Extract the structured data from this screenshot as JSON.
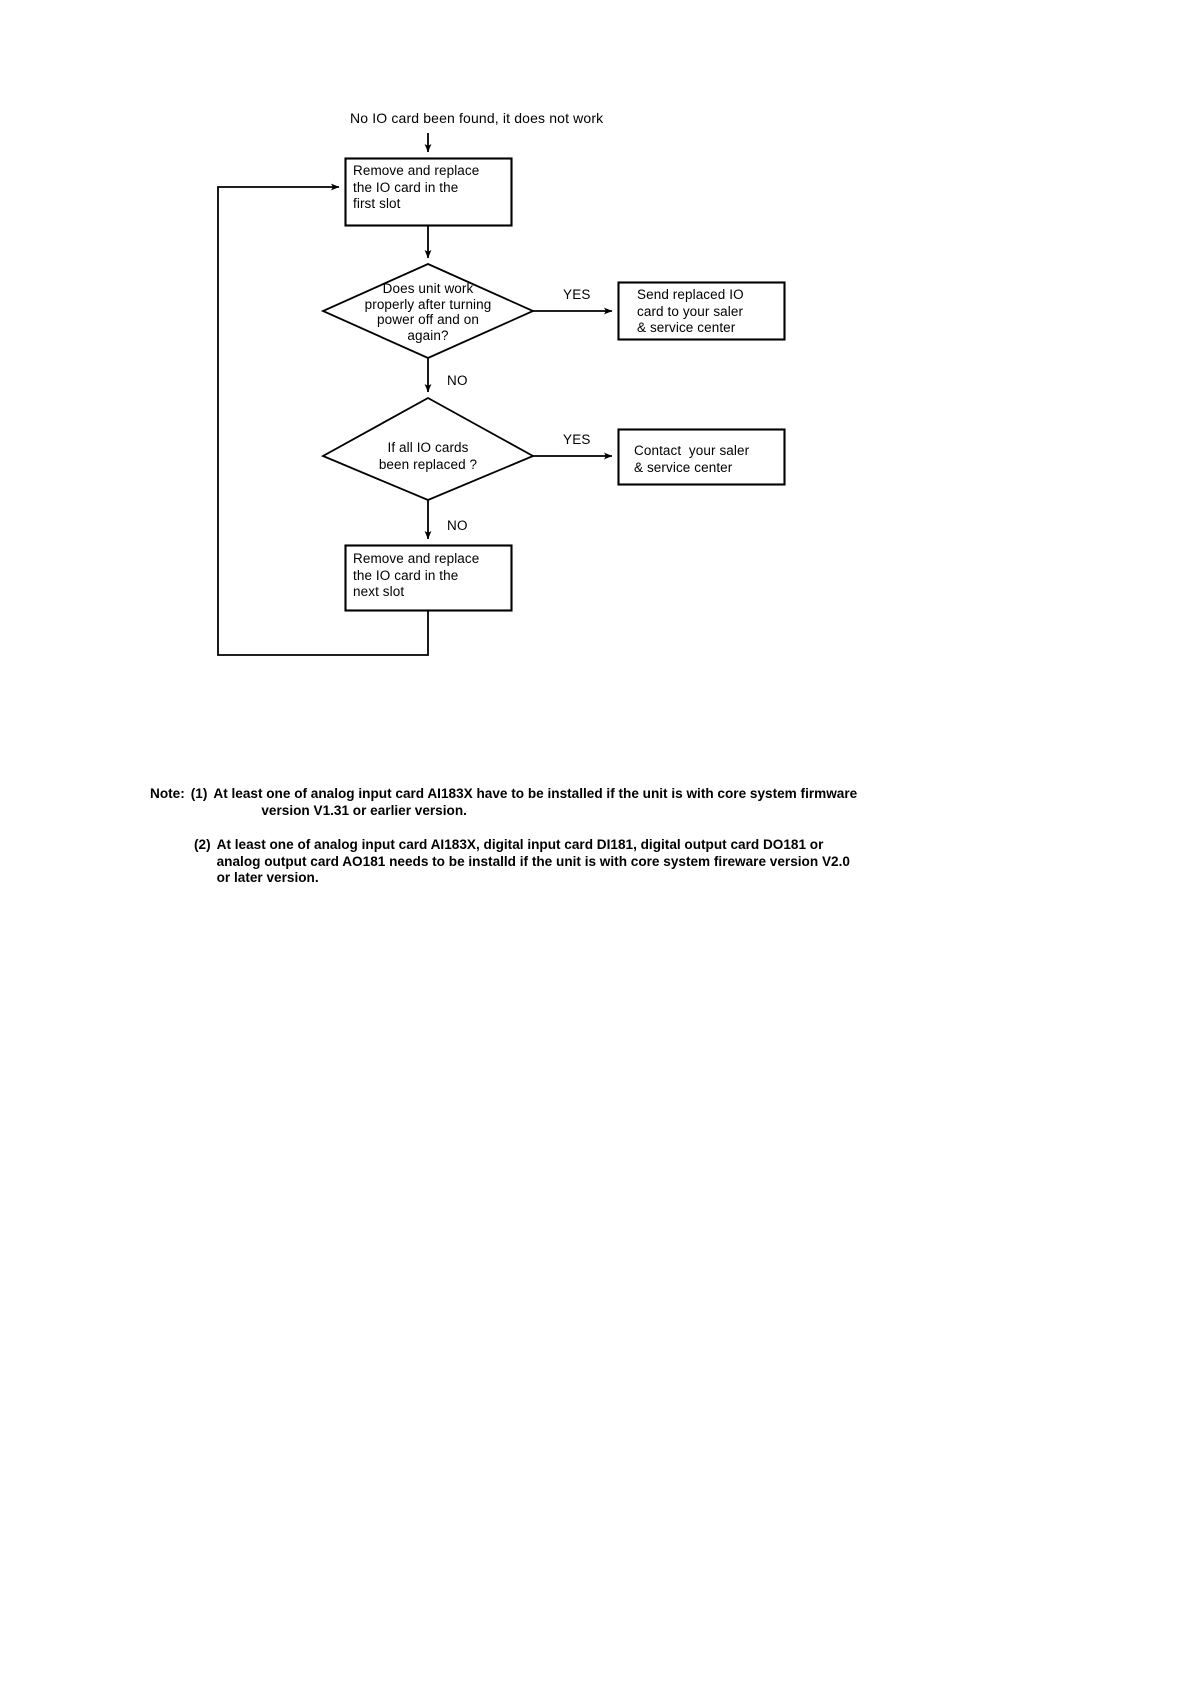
{
  "document": {
    "title": "IO card troubleshooting flowchart"
  },
  "flowchart": {
    "start_label": "No IO card been found, it does not work",
    "nodes": {
      "replace_first": {
        "type": "process",
        "line1": "Remove and replace",
        "line2": "the IO card in the",
        "line3": "first slot"
      },
      "decision_works": {
        "type": "decision",
        "line1": "Does unit work",
        "line2": "properly after turning",
        "line3": "power off and on",
        "line4": "again?"
      },
      "send_replaced": {
        "type": "process",
        "line1": "Send replaced IO",
        "line2": "card to your saler",
        "line3": "& service center"
      },
      "decision_all_replaced": {
        "type": "decision",
        "line1": "If all IO cards",
        "line2": "been replaced ?"
      },
      "contact_saler": {
        "type": "process",
        "line1": "Contact  your saler",
        "line2": "& service center"
      },
      "replace_next": {
        "type": "process",
        "line1": "Remove and replace",
        "line2": "the IO card in the",
        "line3": "next slot"
      }
    },
    "edge_labels": {
      "yes_1": "YES",
      "no_1": "NO",
      "yes_2": "YES",
      "no_2": "NO"
    }
  },
  "notes": {
    "lead": "Note:",
    "items": [
      {
        "marker": "(1)",
        "line1": "At least one of analog input card AI183X have to be installed if the unit is with core system firmware",
        "line2": "version V1.31 or earlier version."
      },
      {
        "marker": "(2)",
        "line1": "At least one of analog input card AI183X, digital input card DI181, digital output card DO181 or",
        "line2": "analog output card AO181 needs to be installd if the unit is with core system fireware version V2.0",
        "line3": "or later version."
      }
    ]
  },
  "colors": {
    "stroke": "#000000",
    "background": "#ffffff",
    "text": "#000000"
  }
}
